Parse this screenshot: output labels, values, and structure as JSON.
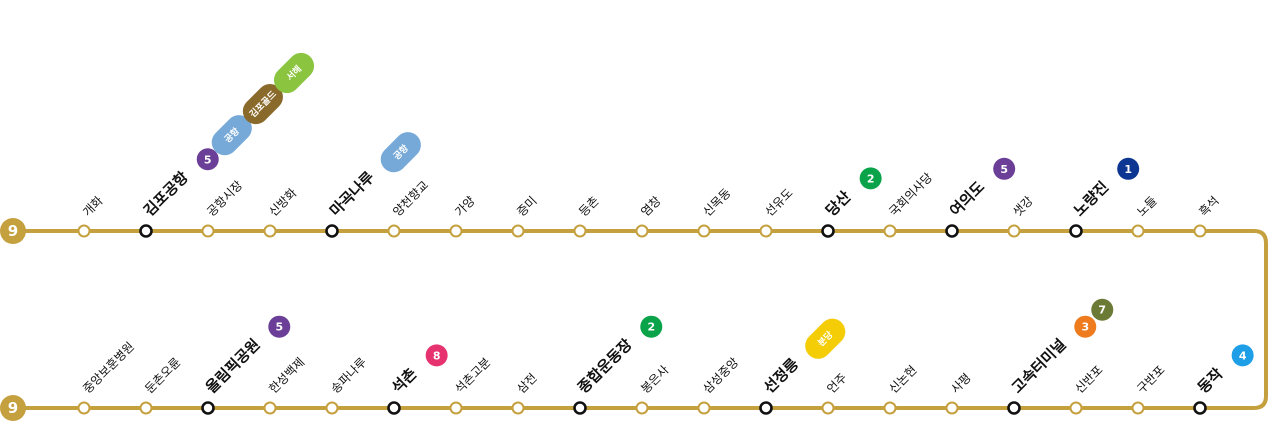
{
  "line": {
    "number": "9",
    "color": "#c5a03f"
  },
  "colors": {
    "line5": "#6b3f98",
    "line2": "#0aa34a",
    "line1": "#0d3692",
    "line8": "#e6336f",
    "line3": "#ee7b1d",
    "line7": "#6b7a35",
    "line4": "#1e9ee6",
    "airport": "#76a9d8",
    "gimpo_gold": "#8a6a2b",
    "seohae": "#8bc43f",
    "bundang": "#f4cd07"
  },
  "stations_top": [
    {
      "name": "개화",
      "transfer": false,
      "badges": []
    },
    {
      "name": "김포공항",
      "transfer": true,
      "badges": [
        {
          "type": "circle",
          "text": "5",
          "color": "#6b3f98"
        },
        {
          "type": "pill",
          "text": "공항",
          "color": "#76a9d8"
        },
        {
          "type": "pill",
          "text": "김포골드",
          "color": "#8a6a2b"
        },
        {
          "type": "pill",
          "text": "서해",
          "color": "#8bc43f"
        }
      ]
    },
    {
      "name": "공항시장",
      "transfer": false,
      "badges": []
    },
    {
      "name": "신방화",
      "transfer": false,
      "badges": []
    },
    {
      "name": "마곡나루",
      "transfer": true,
      "badges": [
        {
          "type": "pill",
          "text": "공항",
          "color": "#76a9d8"
        }
      ]
    },
    {
      "name": "양천향교",
      "transfer": false,
      "badges": []
    },
    {
      "name": "가양",
      "transfer": false,
      "badges": []
    },
    {
      "name": "증미",
      "transfer": false,
      "badges": []
    },
    {
      "name": "등촌",
      "transfer": false,
      "badges": []
    },
    {
      "name": "염창",
      "transfer": false,
      "badges": []
    },
    {
      "name": "신목동",
      "transfer": false,
      "badges": []
    },
    {
      "name": "선유도",
      "transfer": false,
      "badges": []
    },
    {
      "name": "당산",
      "transfer": true,
      "badges": [
        {
          "type": "circle",
          "text": "2",
          "color": "#0aa34a"
        }
      ]
    },
    {
      "name": "국회의사당",
      "transfer": false,
      "badges": []
    },
    {
      "name": "여의도",
      "transfer": true,
      "badges": [
        {
          "type": "circle",
          "text": "5",
          "color": "#6b3f98"
        }
      ]
    },
    {
      "name": "샛강",
      "transfer": false,
      "badges": []
    },
    {
      "name": "노량진",
      "transfer": true,
      "badges": [
        {
          "type": "circle",
          "text": "1",
          "color": "#0d3692"
        }
      ]
    },
    {
      "name": "노들",
      "transfer": false,
      "badges": []
    },
    {
      "name": "흑석",
      "transfer": false,
      "badges": []
    }
  ],
  "stations_bottom": [
    {
      "name": "중앙보훈병원",
      "transfer": false,
      "badges": []
    },
    {
      "name": "둔촌오륜",
      "transfer": false,
      "badges": []
    },
    {
      "name": "올림픽공원",
      "transfer": true,
      "badges": [
        {
          "type": "circle",
          "text": "5",
          "color": "#6b3f98"
        }
      ]
    },
    {
      "name": "한성백제",
      "transfer": false,
      "badges": []
    },
    {
      "name": "송파나루",
      "transfer": false,
      "badges": []
    },
    {
      "name": "석촌",
      "transfer": true,
      "badges": [
        {
          "type": "circle",
          "text": "8",
          "color": "#e6336f"
        }
      ]
    },
    {
      "name": "석촌고분",
      "transfer": false,
      "badges": []
    },
    {
      "name": "삼전",
      "transfer": false,
      "badges": []
    },
    {
      "name": "종합운동장",
      "transfer": true,
      "badges": [
        {
          "type": "circle",
          "text": "2",
          "color": "#0aa34a"
        }
      ]
    },
    {
      "name": "봉은사",
      "transfer": false,
      "badges": []
    },
    {
      "name": "삼성중앙",
      "transfer": false,
      "badges": []
    },
    {
      "name": "선정릉",
      "transfer": true,
      "badges": [
        {
          "type": "pill",
          "text": "분당",
          "color": "#f4cd07"
        }
      ]
    },
    {
      "name": "언주",
      "transfer": false,
      "badges": []
    },
    {
      "name": "신논현",
      "transfer": false,
      "badges": []
    },
    {
      "name": "사평",
      "transfer": false,
      "badges": []
    },
    {
      "name": "고속터미널",
      "transfer": true,
      "badges": [
        {
          "type": "circle",
          "text": "3",
          "color": "#ee7b1d"
        },
        {
          "type": "circle",
          "text": "7",
          "color": "#6b7a35"
        }
      ]
    },
    {
      "name": "신반포",
      "transfer": false,
      "badges": []
    },
    {
      "name": "구반포",
      "transfer": false,
      "badges": []
    },
    {
      "name": "동작",
      "transfer": true,
      "badges": [
        {
          "type": "circle",
          "text": "4",
          "color": "#1e9ee6"
        }
      ]
    }
  ]
}
